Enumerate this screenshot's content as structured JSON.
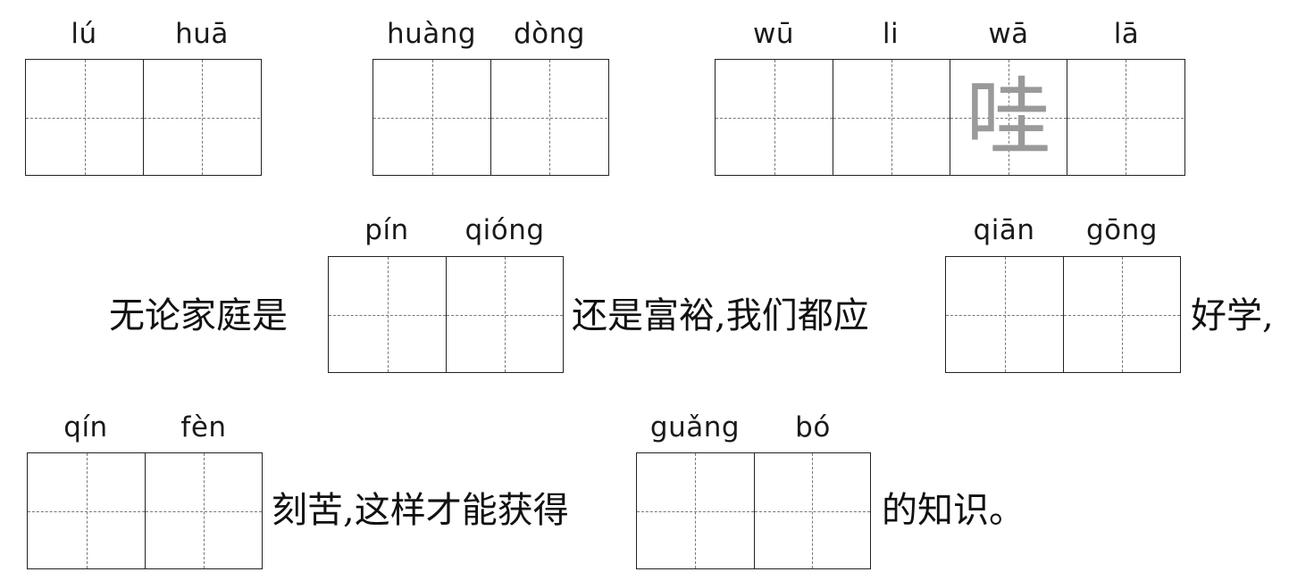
{
  "row1": {
    "group1": {
      "pinyin": [
        "lú",
        "huā"
      ]
    },
    "group2": {
      "pinyin": [
        "huàng",
        "dòng"
      ]
    },
    "group3": {
      "pinyin": [
        "wū",
        "li",
        "wā",
        "lā"
      ],
      "hint_char": "哇"
    }
  },
  "sentence1": {
    "text_before": "无论家庭是",
    "blank1_pinyin": [
      "pín",
      "qióng"
    ],
    "text_middle": "还是富裕,我们都应",
    "blank2_pinyin": [
      "qiān",
      "gōng"
    ],
    "text_after": "好学,"
  },
  "sentence2": {
    "blank1_pinyin": [
      "qín",
      "fèn"
    ],
    "text_middle": "刻苦,这样才能获得",
    "blank2_pinyin": [
      "guǎng",
      "bó"
    ],
    "text_after": "的知识。"
  }
}
